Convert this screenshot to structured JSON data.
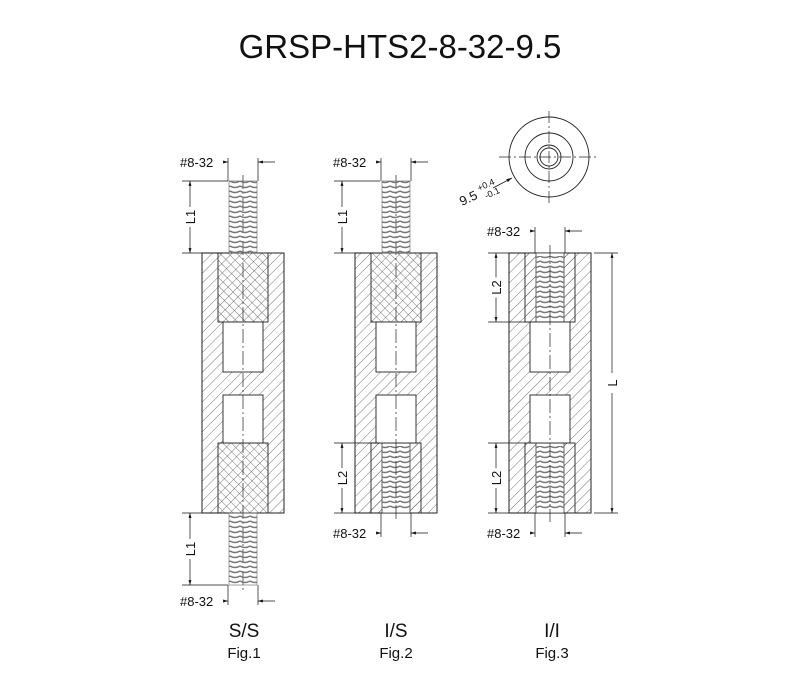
{
  "title": "GRSP-HTS2-8-32-9.5",
  "thread_label": "#8-32",
  "dims": {
    "L1": "L1",
    "L2": "L2",
    "L": "L",
    "diameter": "9.5",
    "tol_plus": "+0.4",
    "tol_minus": "-0.1"
  },
  "figures": [
    {
      "type": "S/S",
      "fig": "Fig.1"
    },
    {
      "type": "I/S",
      "fig": "Fig.2"
    },
    {
      "type": "I/I",
      "fig": "Fig.3"
    }
  ]
}
